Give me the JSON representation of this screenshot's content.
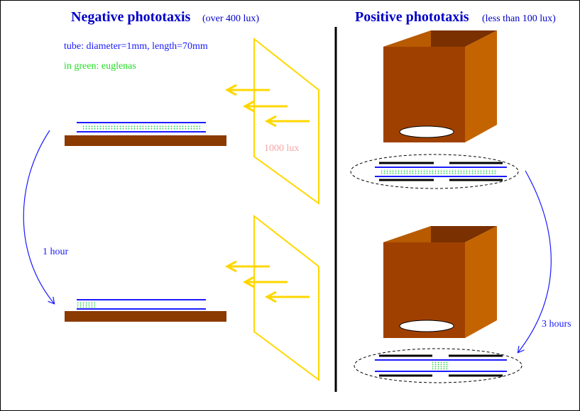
{
  "colors": {
    "text_blue": "#0000c8",
    "tube_blue": "#1a1aff",
    "euglena_green": "#22cc44",
    "plate_brown": "#8b3a00",
    "box_front": "#a04000",
    "box_side": "#c46400",
    "box_top": "#7a3000",
    "light_yellow": "#ffd700",
    "lux_pink": "#f4a6a6",
    "divider": "#000000",
    "caption_green": "#22dd22"
  },
  "negative": {
    "title": "Negative phototaxis",
    "condition": "(over 400 lux)",
    "tube_note": "tube: diameter=1mm, length=70mm",
    "green_note": "in green: euglenas",
    "light_label": "1000 lux",
    "time_label": "1 hour"
  },
  "positive": {
    "title": "Positive phototaxis",
    "condition": "(less than 100 lux)",
    "time_label": "3 hours"
  }
}
